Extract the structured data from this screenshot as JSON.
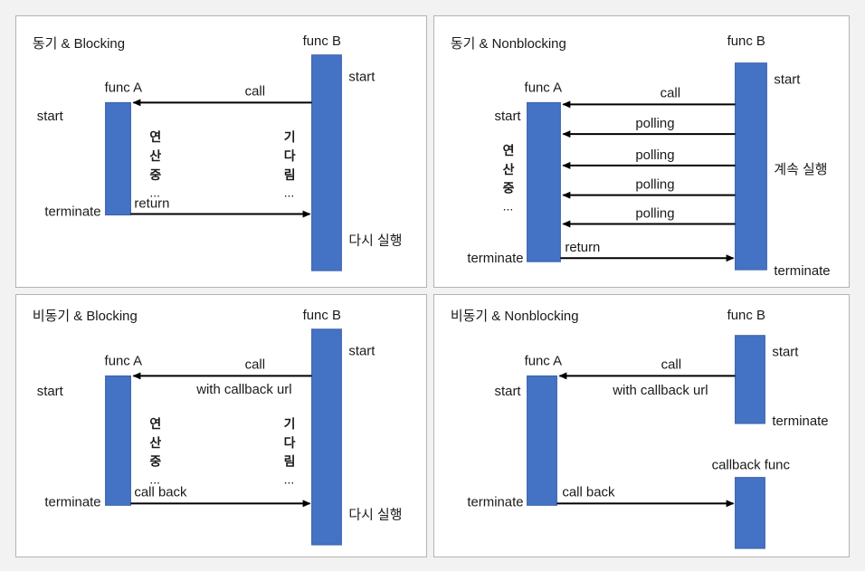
{
  "diagram": {
    "title": "Sync/Async & Blocking/Nonblocking sequence diagrams",
    "accent_color": "#4472c4",
    "line_color": "#000000",
    "panel_border_color": "#b3b3b3",
    "background_color": "#f2f2f2"
  },
  "panels": [
    {
      "id": "sync-blocking",
      "title": "동기 & Blocking",
      "actors": {
        "left": {
          "name": "func A",
          "start_label": "start",
          "end_label": "terminate",
          "state_chars": [
            "연",
            "산",
            "중"
          ],
          "state_ellipsis": "...",
          "note": ""
        },
        "right": {
          "name": "func B",
          "start_label": "start",
          "end_label": "",
          "state_chars": [
            "기",
            "다",
            "림"
          ],
          "state_ellipsis": "...",
          "note": "다시 실행"
        }
      },
      "messages": [
        {
          "label": "call",
          "direction": "right-to-left"
        },
        {
          "label": "return",
          "direction": "left-to-right"
        }
      ]
    },
    {
      "id": "sync-nonblocking",
      "title": "동기 & Nonblocking",
      "actors": {
        "left": {
          "name": "func A",
          "start_label": "start",
          "end_label": "terminate",
          "state_chars": [
            "연",
            "산",
            "중"
          ],
          "state_ellipsis": "...",
          "note": ""
        },
        "right": {
          "name": "func B",
          "start_label": "start",
          "end_label": "terminate",
          "state_chars": [],
          "state_ellipsis": "",
          "note": "계속 실행"
        }
      },
      "messages": [
        {
          "label": "call",
          "direction": "right-to-left"
        },
        {
          "label": "polling",
          "direction": "right-to-left"
        },
        {
          "label": "polling",
          "direction": "right-to-left"
        },
        {
          "label": "polling",
          "direction": "right-to-left"
        },
        {
          "label": "polling",
          "direction": "right-to-left"
        },
        {
          "label": "return",
          "direction": "left-to-right"
        }
      ]
    },
    {
      "id": "async-blocking",
      "title": "비동기 & Blocking",
      "actors": {
        "left": {
          "name": "func A",
          "start_label": "start",
          "end_label": "terminate",
          "state_chars": [
            "연",
            "산",
            "중"
          ],
          "state_ellipsis": "...",
          "note": ""
        },
        "right": {
          "name": "func B",
          "start_label": "start",
          "end_label": "",
          "state_chars": [
            "기",
            "다",
            "림"
          ],
          "state_ellipsis": "...",
          "note": "다시 실행"
        }
      },
      "messages": [
        {
          "label": "call",
          "sublabel": "with callback url",
          "direction": "right-to-left"
        },
        {
          "label": "call back",
          "direction": "left-to-right"
        }
      ]
    },
    {
      "id": "async-nonblocking",
      "title": "비동기 & Nonblocking",
      "actors": {
        "left": {
          "name": "func A",
          "start_label": "start",
          "end_label": "terminate",
          "state_chars": [],
          "state_ellipsis": "",
          "note": ""
        },
        "right": {
          "name": "func B",
          "start_label": "start",
          "end_label": "terminate",
          "state_chars": [],
          "state_ellipsis": "",
          "note": ""
        },
        "callback": {
          "name": "callback func"
        }
      },
      "messages": [
        {
          "label": "call",
          "sublabel": "with callback url",
          "direction": "right-to-left"
        },
        {
          "label": "call back",
          "direction": "left-to-right"
        }
      ]
    }
  ]
}
